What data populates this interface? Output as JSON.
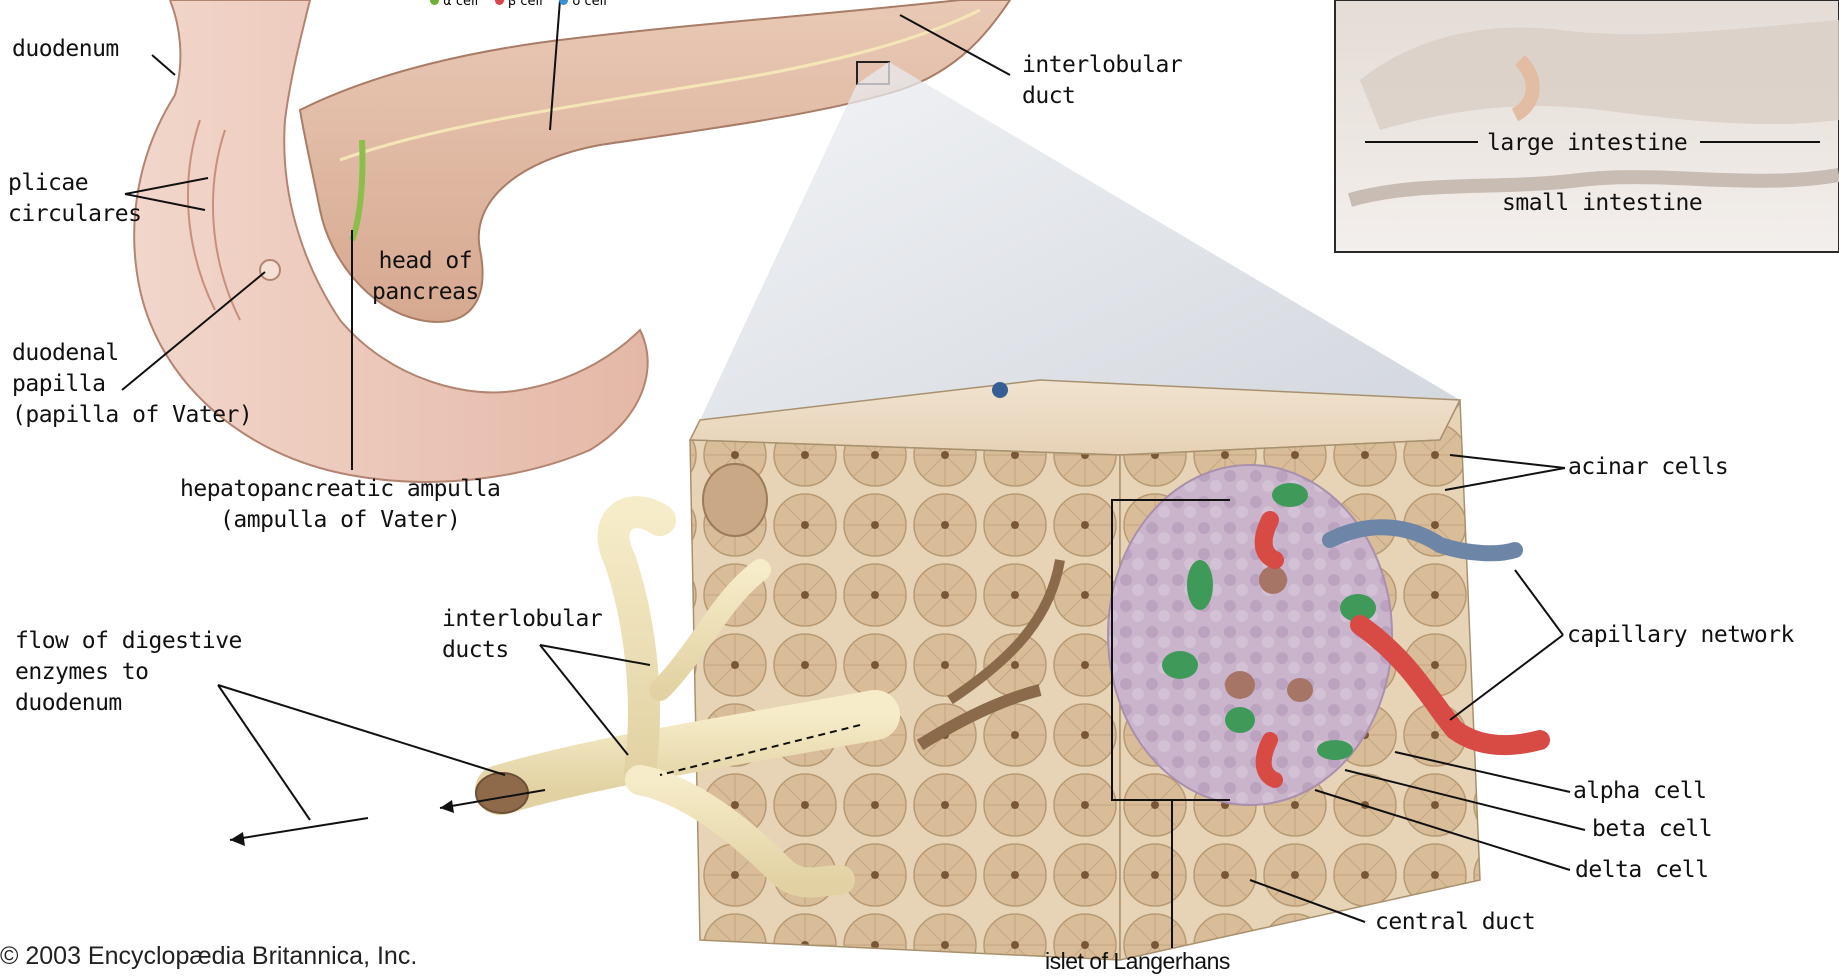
{
  "labels": {
    "duodenum": "duodenum",
    "plicae_circulares": "plicae\ncirculares",
    "duodenal_papilla": "duodenal\npapilla\n(papilla of Vater)",
    "head_of_pancreas": "head of\npancreas",
    "hepatopancreatic_ampulla": "hepatopancreatic ampulla\n(ampulla of Vater)",
    "interlobular_duct": "interlobular\nduct",
    "large_intestine": "large intestine",
    "small_intestine": "small intestine",
    "acinar_cells": "acinar cells",
    "capillary_network": "capillary network",
    "alpha_cell": "alpha cell",
    "beta_cell": "beta cell",
    "delta_cell": "delta cell",
    "central_duct": "central duct",
    "islet_of_langerhans": "islet of Langerhans",
    "interlobular_ducts": "interlobular\nducts",
    "flow_of_digestive_enzymes": "flow of digestive\nenzymes to\nduodenum"
  },
  "legend_top": [
    {
      "text": "α cell",
      "color": "#6fae3a"
    },
    {
      "text": "β cell",
      "color": "#d9464a"
    },
    {
      "text": "δ cell",
      "color": "#3a8fd9"
    }
  ],
  "copyright": "© 2003 Encyclopædia Britannica, Inc."
}
